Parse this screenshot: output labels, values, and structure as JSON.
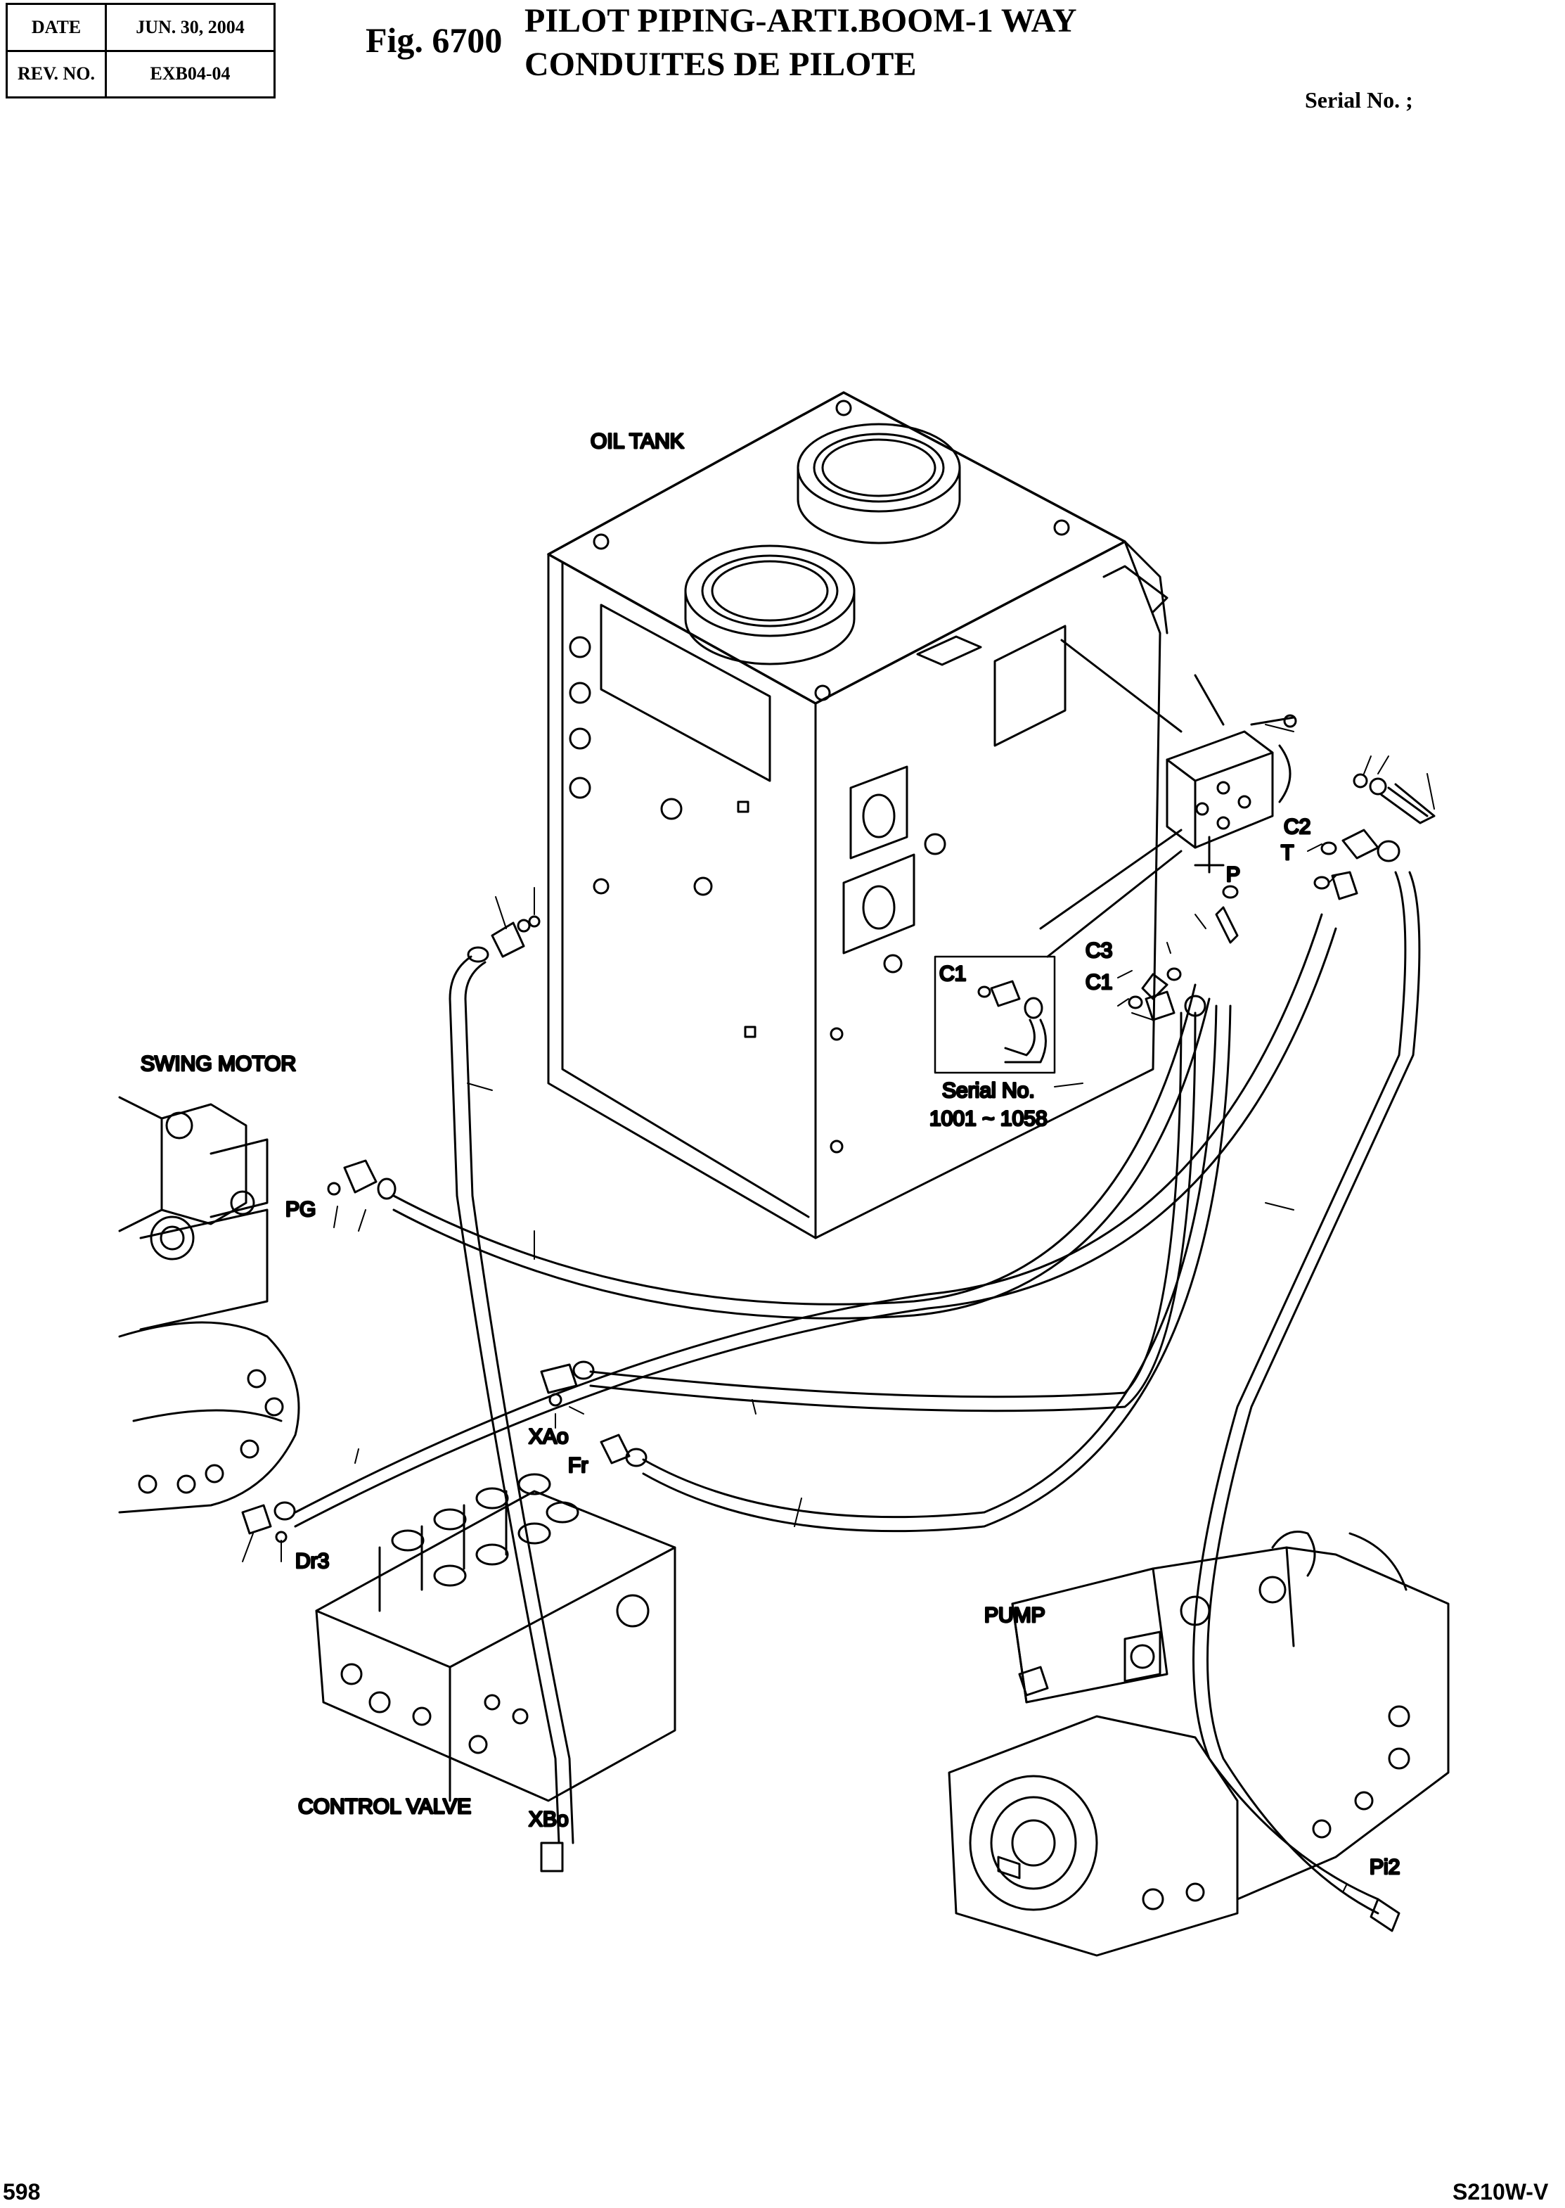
{
  "header": {
    "date_label": "DATE",
    "date_value": "JUN. 30, 2004",
    "rev_label": "REV. NO.",
    "rev_value": "EXB04-04",
    "fig_no": "Fig. 6700",
    "title_en": "PILOT PIPING-ARTI.BOOM-1 WAY",
    "title_fr": "CONDUITES DE PILOTE",
    "serial": "Serial No. ;"
  },
  "labels": {
    "oil_tank": "OIL TANK",
    "swing_motor": "SWING MOTOR",
    "pg": "PG",
    "dr3": "Dr3",
    "control_valve": "CONTROL VALVE",
    "xao": "XAo",
    "fr": "Fr",
    "xbo": "XBo",
    "pump": "PUMP",
    "pi2": "Pi2",
    "c2": "C2",
    "t": "T",
    "p": "P",
    "c3": "C3",
    "c1": "C1",
    "c1_inset": "C1",
    "inset_serial_1": "Serial No.",
    "inset_serial_2": "1001 ~ 1058"
  },
  "footer": {
    "page": "598",
    "model": "S210W-V"
  },
  "colors": {
    "ink": "#000000",
    "paper": "#ffffff"
  }
}
